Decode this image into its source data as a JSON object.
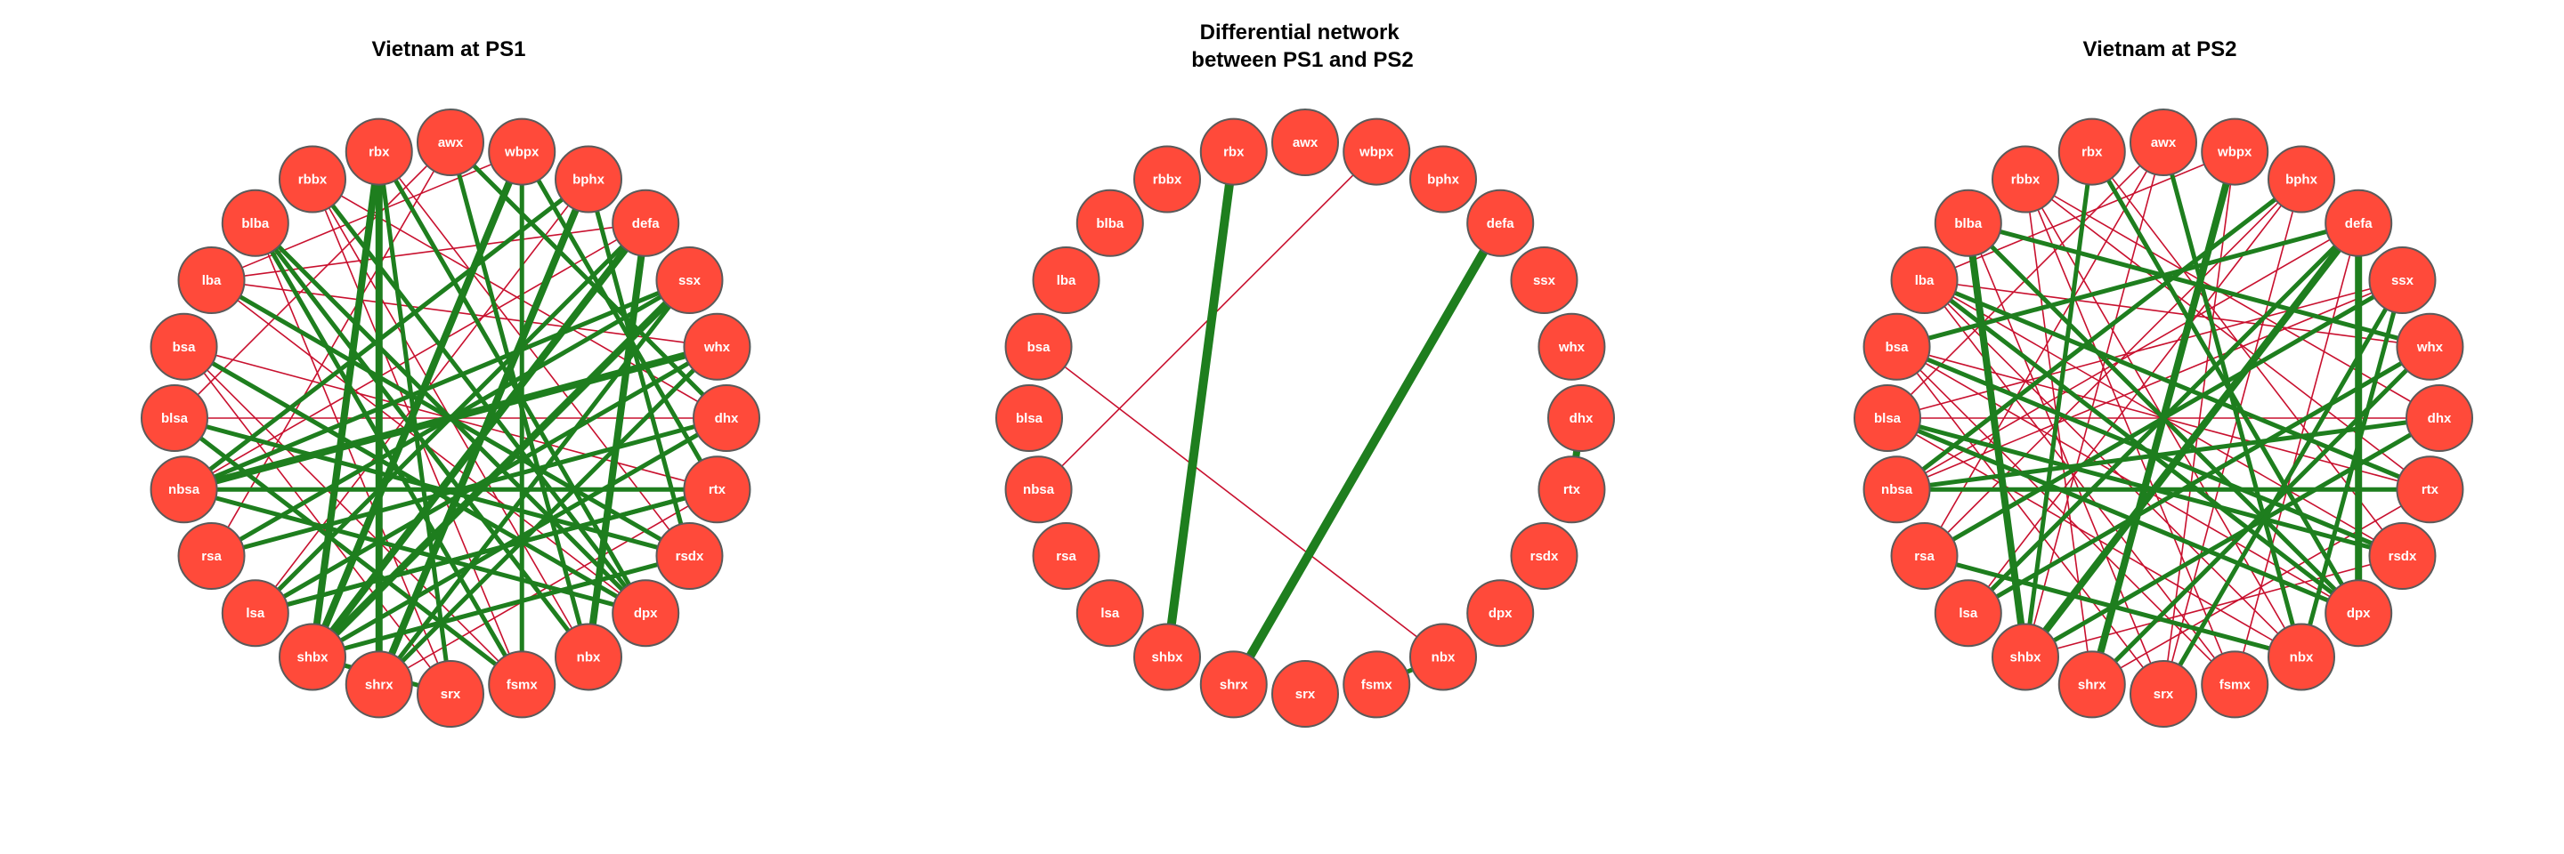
{
  "colors": {
    "node_fill": "#FF4A3A",
    "node_stroke": "#5A5A5A",
    "label": "#FFFFFF",
    "positive_edge": "#1E7E1E",
    "negative_edge": "#C8102E"
  },
  "node_order": [
    "awx",
    "wbpx",
    "bphx",
    "defa",
    "ssx",
    "whx",
    "dhx",
    "rtx",
    "rsdx",
    "dpx",
    "nbx",
    "fsmx",
    "srx",
    "shrx",
    "shbx",
    "lsa",
    "rsa",
    "nbsa",
    "blsa",
    "bsa",
    "lba",
    "blba",
    "rbbx",
    "rbx"
  ],
  "panels": [
    {
      "title_lines": [
        "Vietnam at PS1"
      ],
      "positive_edges": [
        [
          "rbx",
          "shrx",
          3
        ],
        [
          "rbx",
          "shbx",
          3
        ],
        [
          "rbx",
          "srx",
          2
        ],
        [
          "rbx",
          "dpx",
          2
        ],
        [
          "awx",
          "nbx",
          2
        ],
        [
          "awx",
          "dhx",
          2
        ],
        [
          "wbpx",
          "shbx",
          3
        ],
        [
          "wbpx",
          "rtx",
          2
        ],
        [
          "wbpx",
          "fsmx",
          2
        ],
        [
          "bphx",
          "shrx",
          3
        ],
        [
          "bphx",
          "rsdx",
          2
        ],
        [
          "bphx",
          "nbsa",
          2
        ],
        [
          "defa",
          "shbx",
          3
        ],
        [
          "defa",
          "nbx",
          3
        ],
        [
          "defa",
          "lsa",
          2
        ],
        [
          "ssx",
          "shbx",
          3
        ],
        [
          "ssx",
          "shrx",
          2
        ],
        [
          "ssx",
          "rsa",
          2
        ],
        [
          "whx",
          "nbsa",
          3
        ],
        [
          "whx",
          "shrx",
          2
        ],
        [
          "whx",
          "lsa",
          2
        ],
        [
          "dhx",
          "shbx",
          2
        ],
        [
          "dhx",
          "rsa",
          2
        ],
        [
          "rtx",
          "nbsa",
          2
        ],
        [
          "rtx",
          "lsa",
          2
        ],
        [
          "rsdx",
          "shbx",
          2
        ],
        [
          "rsdx",
          "blsa",
          2
        ],
        [
          "dpx",
          "nbsa",
          2
        ],
        [
          "dpx",
          "blba",
          2
        ],
        [
          "blba",
          "nbx",
          2
        ],
        [
          "blba",
          "fsmx",
          2
        ],
        [
          "lba",
          "rsdx",
          2
        ],
        [
          "bsa",
          "dpx",
          2
        ],
        [
          "blsa",
          "fsmx",
          2
        ],
        [
          "shbx",
          "srx",
          2
        ],
        [
          "rbbx",
          "dpx",
          2
        ],
        [
          "lsa",
          "rtx",
          2
        ],
        [
          "nbsa",
          "ssx",
          2
        ]
      ],
      "negative_edges": [
        [
          "rbbx",
          "nbx"
        ],
        [
          "rbbx",
          "dhx"
        ],
        [
          "lba",
          "whx"
        ],
        [
          "lba",
          "dpx"
        ],
        [
          "bsa",
          "rtx"
        ],
        [
          "bsa",
          "fsmx"
        ],
        [
          "blsa",
          "dhx"
        ],
        [
          "nbsa",
          "defa"
        ],
        [
          "rsa",
          "awx"
        ],
        [
          "lsa",
          "bphx"
        ],
        [
          "rbx",
          "rsdx"
        ],
        [
          "awx",
          "blsa"
        ],
        [
          "wbpx",
          "lba"
        ],
        [
          "blba",
          "srx"
        ],
        [
          "shrx",
          "rtx"
        ],
        [
          "srx",
          "bsa"
        ],
        [
          "rsa",
          "ssx"
        ],
        [
          "fsmx",
          "rbbx"
        ],
        [
          "lba",
          "defa"
        ]
      ]
    },
    {
      "title_lines": [
        "Differential network",
        "between PS1 and PS2"
      ],
      "positive_edges": [
        [
          "rbx",
          "shbx",
          4
        ],
        [
          "defa",
          "shrx",
          4
        ],
        [
          "dhx",
          "rtx",
          3
        ],
        [
          "fsmx",
          "nbx",
          2
        ]
      ],
      "negative_edges": [
        [
          "wbpx",
          "nbsa"
        ],
        [
          "bsa",
          "nbx"
        ]
      ]
    },
    {
      "title_lines": [
        "Vietnam at PS2"
      ],
      "positive_edges": [
        [
          "blba",
          "shbx",
          3
        ],
        [
          "defa",
          "shbx",
          3
        ],
        [
          "wbpx",
          "shrx",
          3
        ],
        [
          "defa",
          "bsa",
          2
        ],
        [
          "awx",
          "nbx",
          2
        ],
        [
          "bphx",
          "nbsa",
          2
        ],
        [
          "ssx",
          "rsa",
          2
        ],
        [
          "whx",
          "lsa",
          2
        ],
        [
          "dhx",
          "shbx",
          2
        ],
        [
          "rtx",
          "nbsa",
          2
        ],
        [
          "rsdx",
          "blsa",
          2
        ],
        [
          "dpx",
          "lba",
          2
        ],
        [
          "dpx",
          "blba",
          2
        ],
        [
          "defa",
          "dpx",
          3
        ],
        [
          "ssx",
          "nbx",
          2
        ],
        [
          "bsa",
          "rsdx",
          2
        ],
        [
          "nbsa",
          "dhx",
          2
        ],
        [
          "rbx",
          "dpx",
          2
        ],
        [
          "lsa",
          "defa",
          2
        ],
        [
          "shrx",
          "whx",
          2
        ],
        [
          "srx",
          "ssx",
          2
        ],
        [
          "blsa",
          "dpx",
          2
        ],
        [
          "rsa",
          "nbx",
          2
        ],
        [
          "blba",
          "whx",
          2
        ],
        [
          "rbx",
          "shbx",
          2
        ],
        [
          "lba",
          "rtx",
          2
        ]
      ],
      "negative_edges": [
        [
          "rbbx",
          "nbx"
        ],
        [
          "rbbx",
          "dhx"
        ],
        [
          "lba",
          "whx"
        ],
        [
          "bsa",
          "rtx"
        ],
        [
          "bsa",
          "fsmx"
        ],
        [
          "blsa",
          "dhx"
        ],
        [
          "nbsa",
          "defa"
        ],
        [
          "rsa",
          "awx"
        ],
        [
          "lsa",
          "bphx"
        ],
        [
          "rbx",
          "rsdx"
        ],
        [
          "awx",
          "blsa"
        ],
        [
          "wbpx",
          "lba"
        ],
        [
          "blba",
          "srx"
        ],
        [
          "shrx",
          "rtx"
        ],
        [
          "srx",
          "bsa"
        ],
        [
          "rsa",
          "ssx"
        ],
        [
          "fsmx",
          "rbbx"
        ],
        [
          "rbbx",
          "shrx"
        ],
        [
          "lba",
          "nbx"
        ],
        [
          "bphx",
          "rsa"
        ],
        [
          "srx",
          "wbpx"
        ],
        [
          "ssx",
          "blsa"
        ],
        [
          "whx",
          "blba"
        ],
        [
          "rtx",
          "rbbx"
        ],
        [
          "rsdx",
          "lba"
        ],
        [
          "dpx",
          "bsa"
        ],
        [
          "nbx",
          "blsa"
        ],
        [
          "fsmx",
          "lba"
        ],
        [
          "shbx",
          "rsdx"
        ],
        [
          "lsa",
          "whx"
        ],
        [
          "nbsa",
          "ssx"
        ],
        [
          "awx",
          "shbx"
        ],
        [
          "bphx",
          "srx"
        ],
        [
          "defa",
          "fsmx"
        ]
      ]
    }
  ]
}
